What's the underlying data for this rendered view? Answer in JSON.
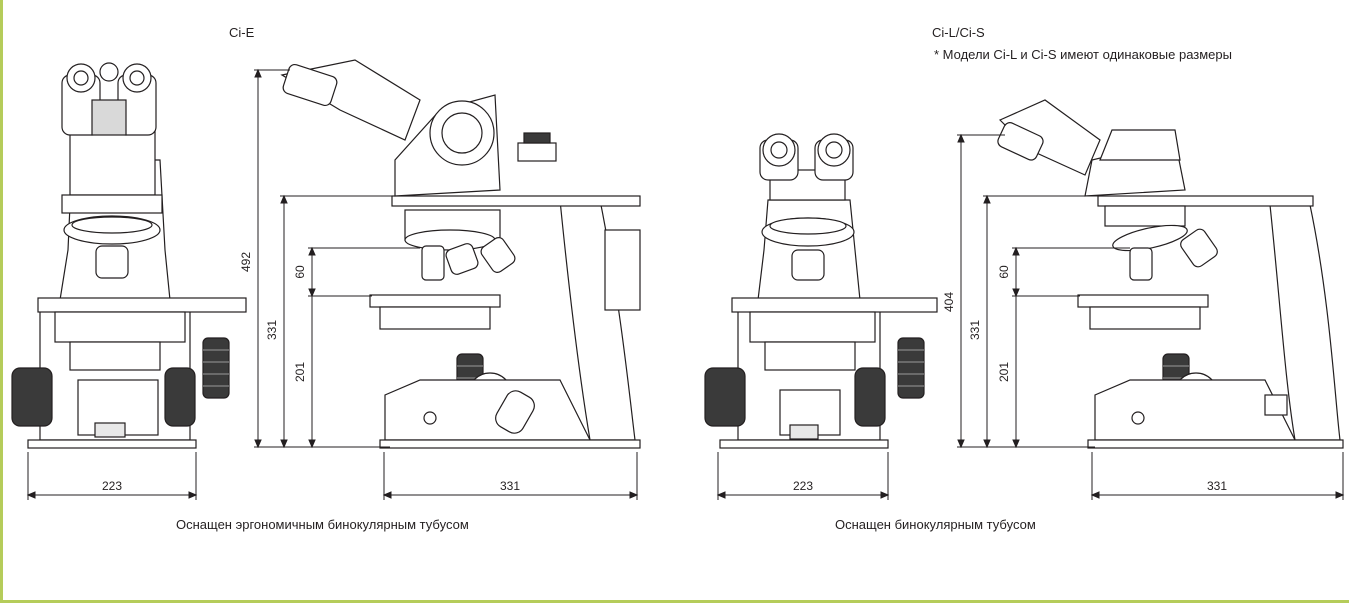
{
  "models": [
    {
      "name": "Ci-E",
      "note": "",
      "caption": "Оснащен эргономичным бинокулярным тубусом",
      "dims": {
        "front_width": "223",
        "side_depth": "331",
        "total_height": "492",
        "stage_height": "331",
        "objective_gap": "60",
        "stage_level": "201"
      }
    },
    {
      "name": "Ci-L/Ci-S",
      "note": "* Модели Ci-L и Ci-S имеют одинаковые размеры",
      "caption": "Оснащен бинокулярным тубусом",
      "dims": {
        "front_width": "223",
        "side_depth": "331",
        "total_height": "404",
        "stage_height": "331",
        "objective_gap": "60",
        "stage_level": "201"
      }
    }
  ],
  "colors": {
    "frame_border": "#b5cc5a",
    "line": "#231f20"
  }
}
